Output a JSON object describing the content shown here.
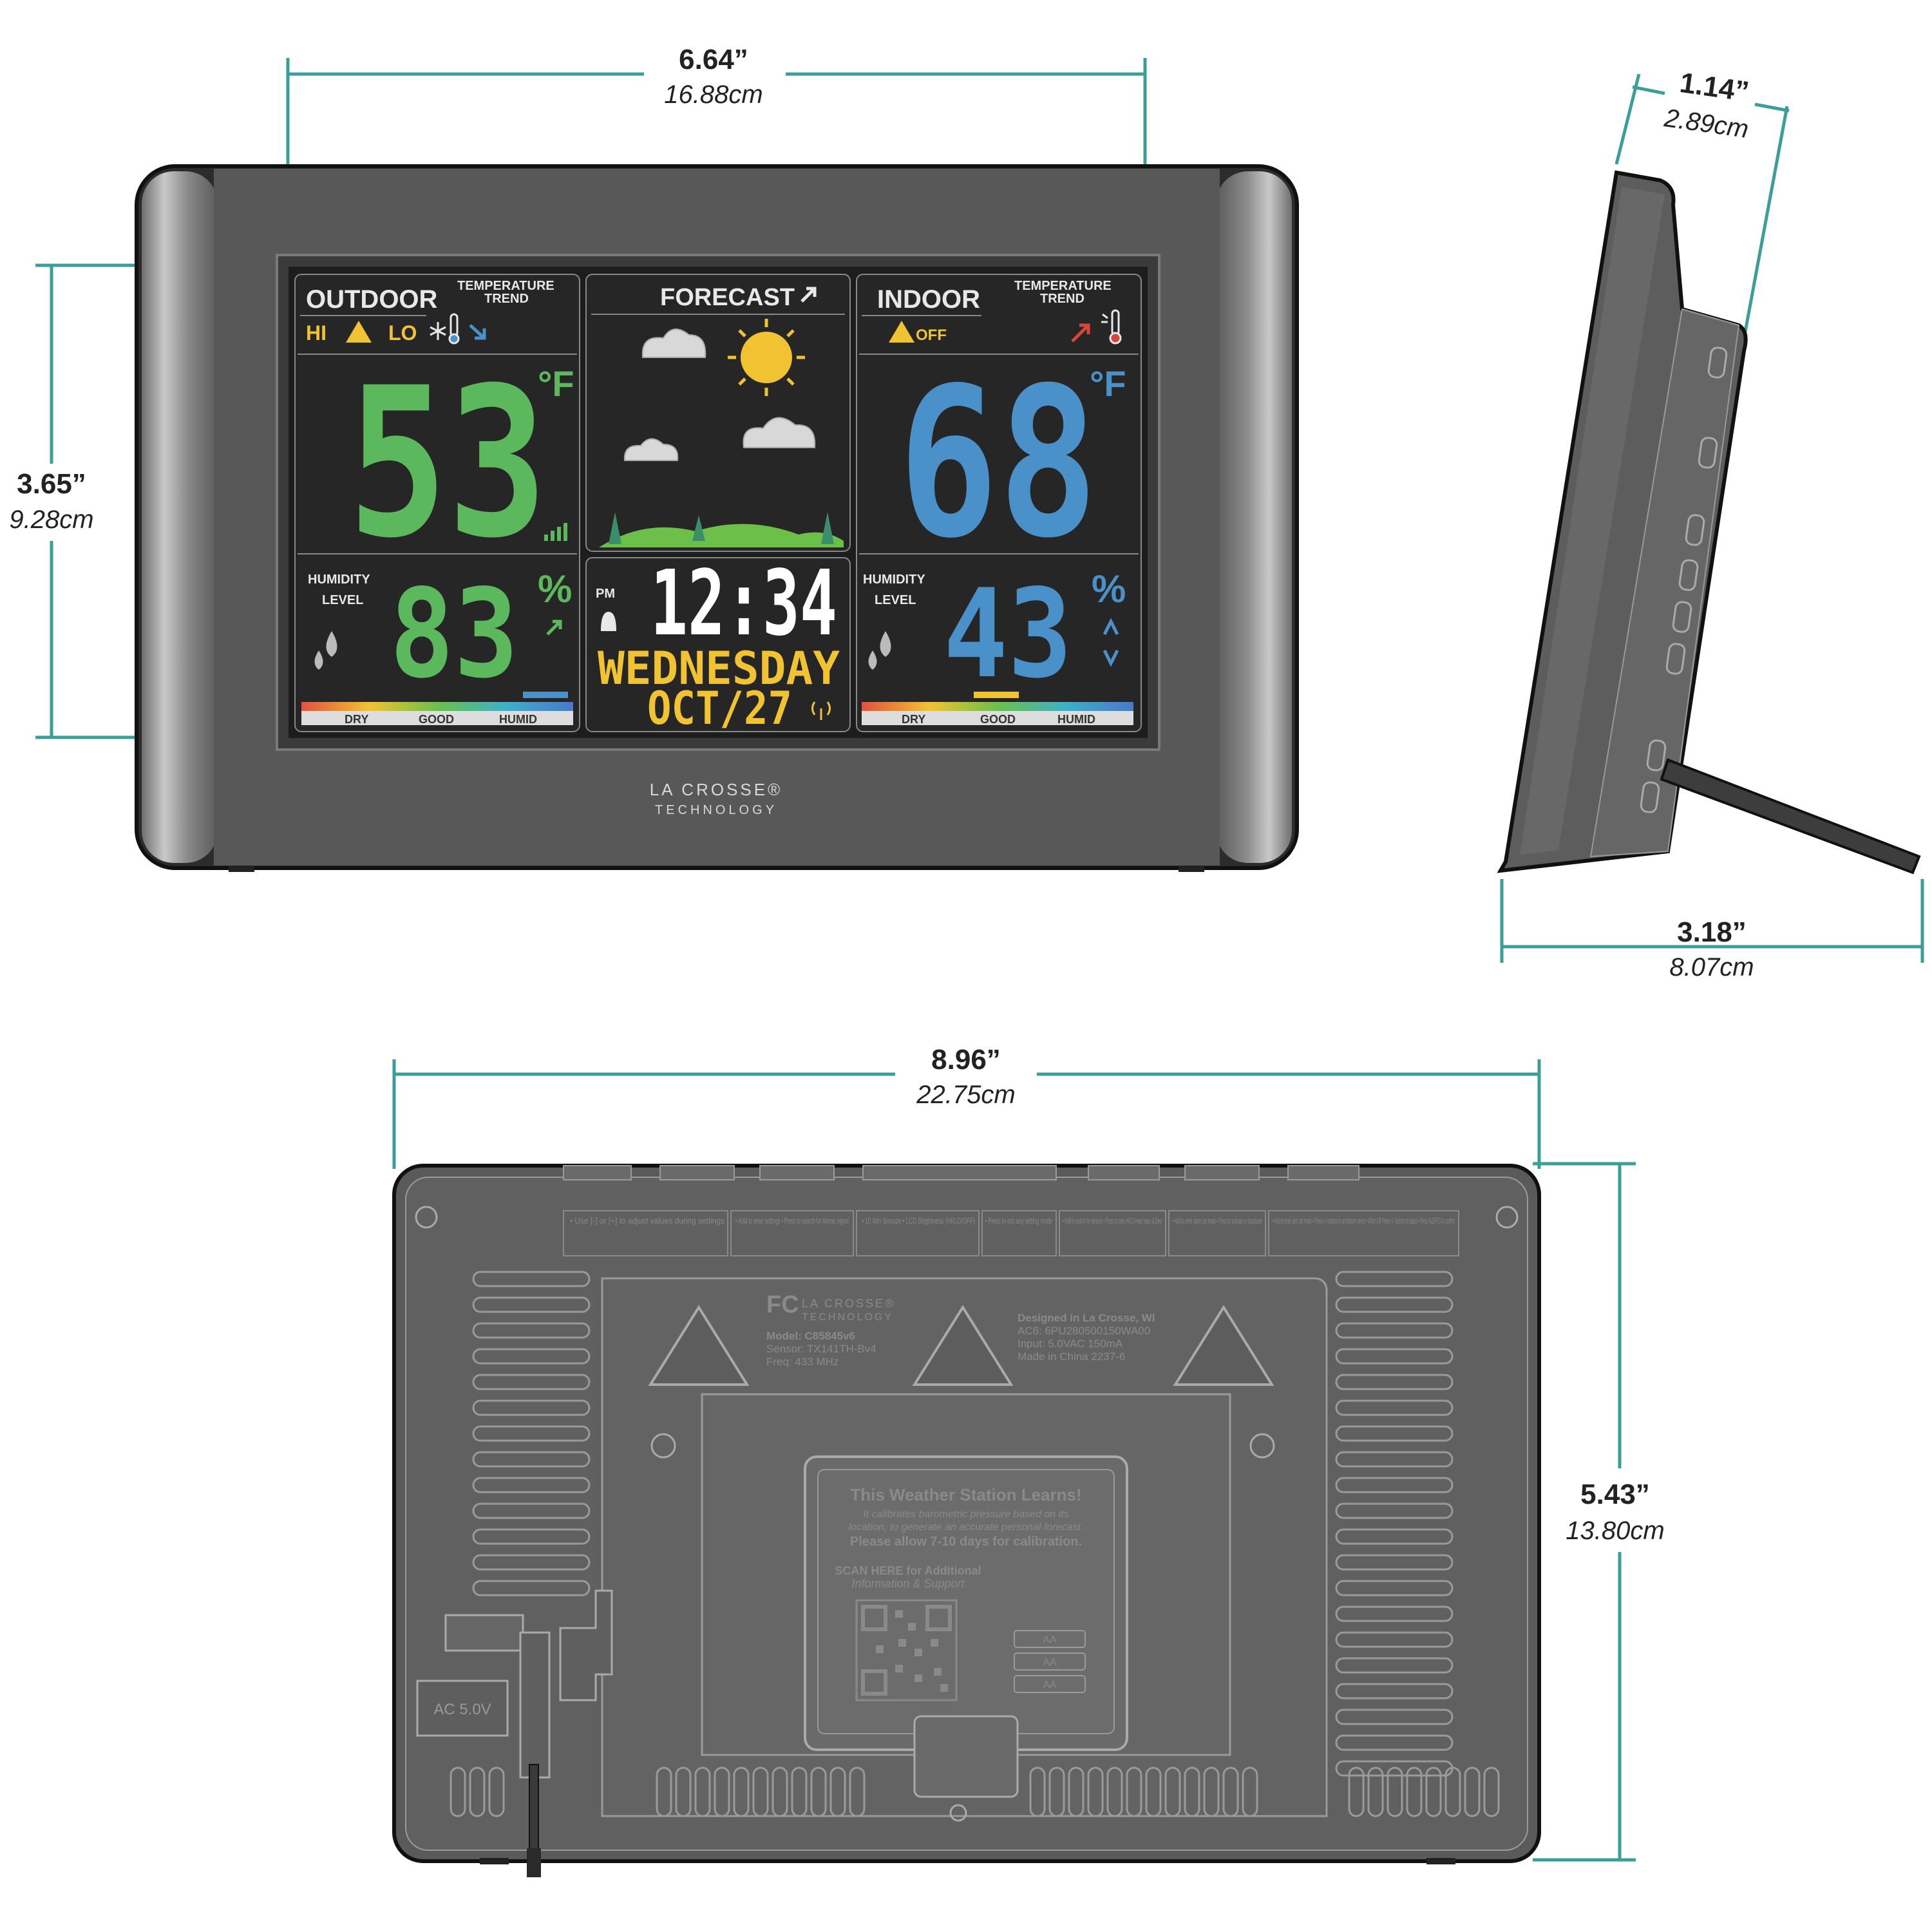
{
  "dimensions": {
    "front_width": {
      "in": "6.64”",
      "cm": "16.88cm"
    },
    "front_height": {
      "in": "3.65”",
      "cm": "9.28cm"
    },
    "side_depth_top": {
      "in": "1.14”",
      "cm": "2.89cm"
    },
    "side_depth_base": {
      "in": "3.18”",
      "cm": "8.07cm"
    },
    "back_width": {
      "in": "8.96”",
      "cm": "22.75cm"
    },
    "back_height": {
      "in": "5.43”",
      "cm": "13.80cm"
    }
  },
  "display": {
    "outdoor": {
      "title": "OUTDOOR",
      "trend_label_1": "TEMPERATURE",
      "trend_label_2": "TREND",
      "hi": "HI",
      "lo": "LO",
      "temp": "53",
      "unit": "°F",
      "humidity_label_1": "HUMIDITY",
      "humidity_label_2": "LEVEL",
      "humidity": "83",
      "pct": "%",
      "scale": [
        "DRY",
        "GOOD",
        "HUMID"
      ]
    },
    "forecast": {
      "title": "FORECAST"
    },
    "clock": {
      "ampm": "PM",
      "time": "12:34",
      "day": "WEDNESDAY",
      "date": "OCT/27"
    },
    "indoor": {
      "title": "INDOOR",
      "trend_label_1": "TEMPERATURE",
      "trend_label_2": "TREND",
      "alert": "OFF",
      "temp": "68",
      "unit": "°F",
      "humidity_label_1": "HUMIDITY",
      "humidity_label_2": "LEVEL",
      "humidity": "43",
      "pct": "%",
      "scale": [
        "DRY",
        "GOOD",
        "HUMID"
      ]
    },
    "brand_1": "LA CROSSE®",
    "brand_2": "TECHNOLOGY"
  },
  "back": {
    "button_notes": [
      "• Use [-] or [+] to adjust values during settings",
      "• Hold to enter settings • Press to search for Atomic signal",
      "• 10 Min Snooze • LCD Brightness (HI/LO/OFF)",
      "• Press to exit any setting mode",
      "• Hold to search for sensors • Press to view HI/LO Heat Index & Dew",
      "• Hold to enter alarm set mode • Press to activate or deactivate",
      "• Hold to enter alert set mode • Press +/- buttons to arm/disarm alerts • When Off Press +/- buttons to adjust • Press ALERTS to confirm"
    ],
    "label_left": [
      "LA CROSSE®",
      "TECHNOLOGY",
      "Model: C85845v6",
      "Sensor: TX141TH-Bv4",
      "Freq: 433 MHz"
    ],
    "label_right": [
      "Designed in La Crosse, WI",
      "AC6: 6PU280500150WA00",
      "Input: 5.0VAC 150mA",
      "Made in China  2237-6"
    ],
    "learn_title": "This Weather Station Learns!",
    "learn_body_1": "It calibrates barometric pressure based on its",
    "learn_body_2": "location, to generate an accurate personal forecast.",
    "learn_body_3": "Please allow 7-10 days for calibration.",
    "scan_1": "SCAN HERE for Additional",
    "scan_2": "Information & Support",
    "battery": [
      "AA",
      "AA",
      "AA"
    ],
    "ac_label": "AC 5.0V"
  },
  "colors": {
    "teal": "#3a9e99",
    "bezel": "#5b5b5b",
    "screen": "#262626",
    "green": "#5cb85c",
    "blue": "#4a90c9",
    "yellow": "#f1c232",
    "red": "#d9453b"
  }
}
